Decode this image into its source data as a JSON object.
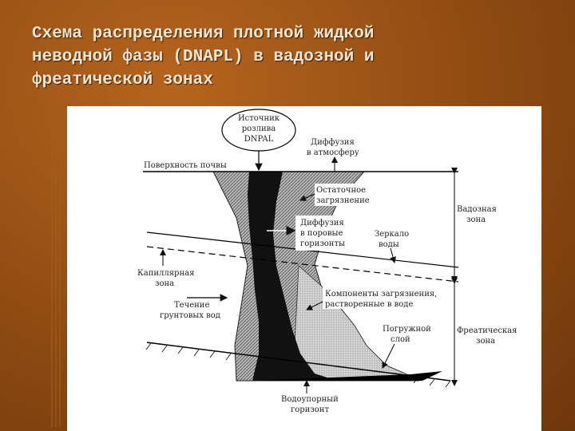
{
  "title": {
    "line1": "Схема распределения плотной жидкой",
    "line2": "неводной фазы (DNAPL) в вадозной и",
    "line3": "фреатической зонах"
  },
  "diagram": {
    "source": [
      "Источник",
      "розлива",
      "DNPAL"
    ],
    "diffusion_atm": [
      "Диффузия",
      "в атмосферу"
    ],
    "soil_surface": "Поверхность почвы",
    "residual": [
      "Остаточное",
      "загрязнение"
    ],
    "diffusion_pores": [
      "Диффузия",
      "в поровые",
      "горизонты"
    ],
    "water_table": [
      "Зеркало",
      "воды"
    ],
    "vadose_zone": [
      "Вадозная",
      "зона"
    ],
    "capillary_zone": [
      "Капиллярная",
      "зона"
    ],
    "dissolved": [
      "Компоненты загрязнения,",
      "растворенные в воде"
    ],
    "groundwater_flow": [
      "Течение",
      "грунтовых вод"
    ],
    "sunken_layer": [
      "Погружной",
      "слой"
    ],
    "phreatic_zone": [
      "Фреатическая",
      "зона"
    ],
    "aquitard": [
      "Водоупорный",
      "горизонт"
    ]
  },
  "colors": {
    "background": "#8f4a12",
    "title": "#f3e6d2",
    "panel": "#ffffff"
  }
}
